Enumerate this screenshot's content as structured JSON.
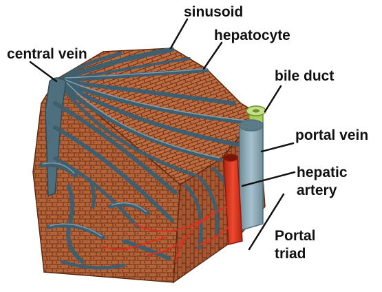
{
  "labels": {
    "sinusoid": "sinusoid",
    "hepatocyte": "hepatocyte",
    "central_vein": "central vein",
    "bile_duct": "bile duct",
    "portal_vein": "portal vein",
    "hepatic_artery_line1": "hepatic",
    "hepatic_artery_line2": "artery",
    "portal_triad_line1": "Portal",
    "portal_triad_line2": "triad"
  },
  "colors": {
    "tissue": "#b5643a",
    "tissue_dark": "#7a3a1c",
    "cell_lines": "#6a2f14",
    "sinusoid": "#3f5f6e",
    "sinusoid_highlight": "#8fb0be",
    "portal_vein": "#8aa8b5",
    "bile_duct": "#a8cf5a",
    "artery": "#d8321e",
    "leader_line": "#111111"
  }
}
